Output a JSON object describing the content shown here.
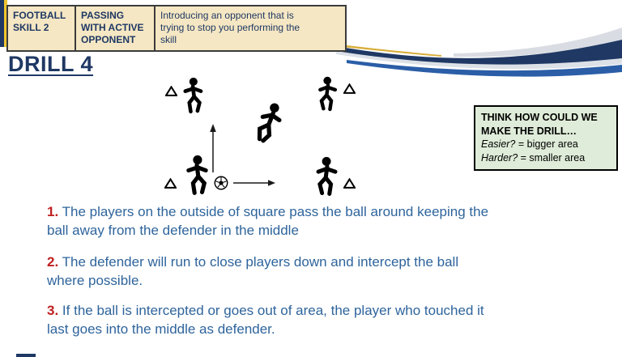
{
  "slide": {
    "header_table": {
      "skill_label": "FOOTBALL\nSKILL 2",
      "topic_label": "PASSING\nWITH ACTIVE\nOPPONENT",
      "description": "Introducing an opponent that is\ntrying to stop you performing the\nskill"
    },
    "title": "DRILL 4",
    "think_box": {
      "heading": "THINK HOW COULD WE\nMAKE THE DRILL…",
      "easier_term": "Easier?",
      "easier_value": " = bigger area",
      "harder_term": "Harder?",
      "harder_value": " = smaller area"
    },
    "instructions": [
      {
        "number": "1.",
        "text": "The players on the outside of square pass the ball around keeping the\nball away from the defender in the middle"
      },
      {
        "number": "2.",
        "text": "The defender will run to close players down and intercept the ball\nwhere possible."
      },
      {
        "number": "3.",
        "text": "If the ball is intercepted or goes out of area, the player who touched it\nlast goes into the middle as defender."
      }
    ],
    "diagram": {
      "icons": {
        "attacker": "soccer-player-silhouette",
        "defender": "running-defender-silhouette",
        "cone": "triangle-cone-marker",
        "ball": "soccer-ball",
        "pass_arrows": [
          "arrow-up",
          "arrow-right"
        ]
      },
      "attacker_count": 4,
      "cone_count": 4
    },
    "colors": {
      "navy": "#1f3864",
      "wave_blue": "#2b5ea7",
      "wave_silver": "#dce1e7",
      "gold": "#eec52e",
      "header_bg": "#f5e7c3",
      "think_box_bg": "#dfecd9",
      "body_text": "#2e649c",
      "number_red": "#bf1f1f"
    }
  }
}
